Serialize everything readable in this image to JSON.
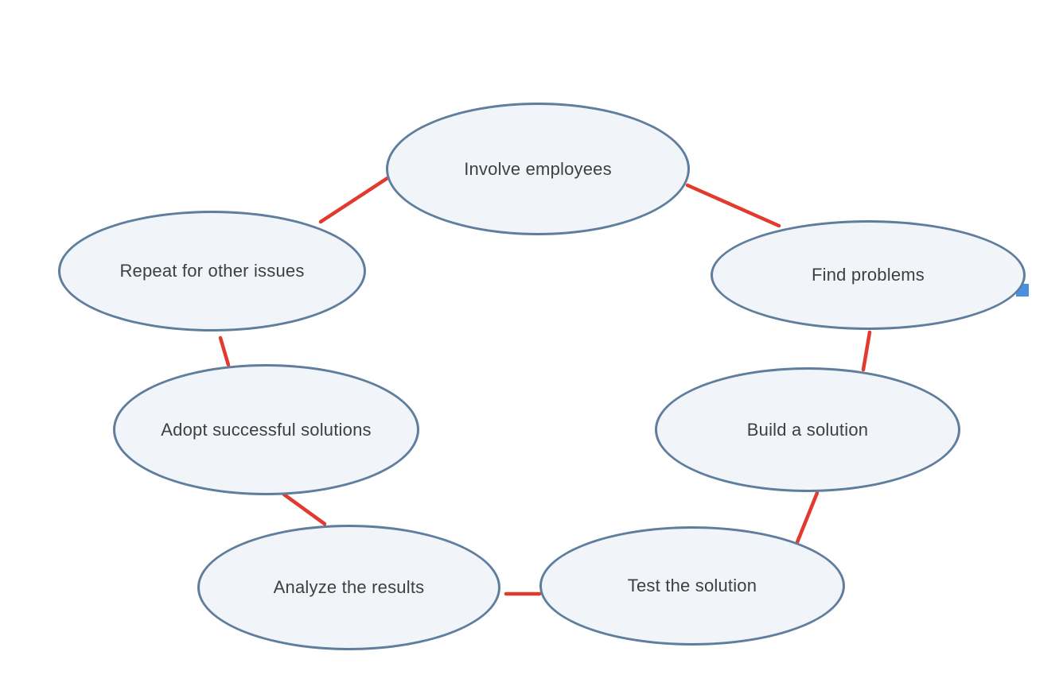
{
  "diagram": {
    "type": "cycle",
    "nodes": [
      {
        "id": "involve-employees",
        "label": "Involve employees"
      },
      {
        "id": "find-problems",
        "label": "Find problems"
      },
      {
        "id": "build-a-solution",
        "label": "Build a solution"
      },
      {
        "id": "test-the-solution",
        "label": "Test the solution"
      },
      {
        "id": "analyze-the-results",
        "label": "Analyze the results"
      },
      {
        "id": "adopt-successful-solutions",
        "label": "Adopt successful solutions"
      },
      {
        "id": "repeat-for-other-issues",
        "label": "Repeat for other issues"
      }
    ],
    "connections": [
      {
        "from": "repeat-for-other-issues",
        "to": "involve-employees"
      },
      {
        "from": "involve-employees",
        "to": "find-problems"
      },
      {
        "from": "find-problems",
        "to": "build-a-solution"
      },
      {
        "from": "build-a-solution",
        "to": "test-the-solution"
      },
      {
        "from": "test-the-solution",
        "to": "analyze-the-results"
      },
      {
        "from": "analyze-the-results",
        "to": "adopt-successful-solutions"
      },
      {
        "from": "adopt-successful-solutions",
        "to": "repeat-for-other-issues"
      }
    ],
    "colors": {
      "background": "#ffffff",
      "node_fill": "#f1f4f8",
      "node_border": "#5f7d9d",
      "connector": "#e23a2e",
      "text": "#3f3f3f",
      "selection_handle": "#4a90e2"
    }
  }
}
